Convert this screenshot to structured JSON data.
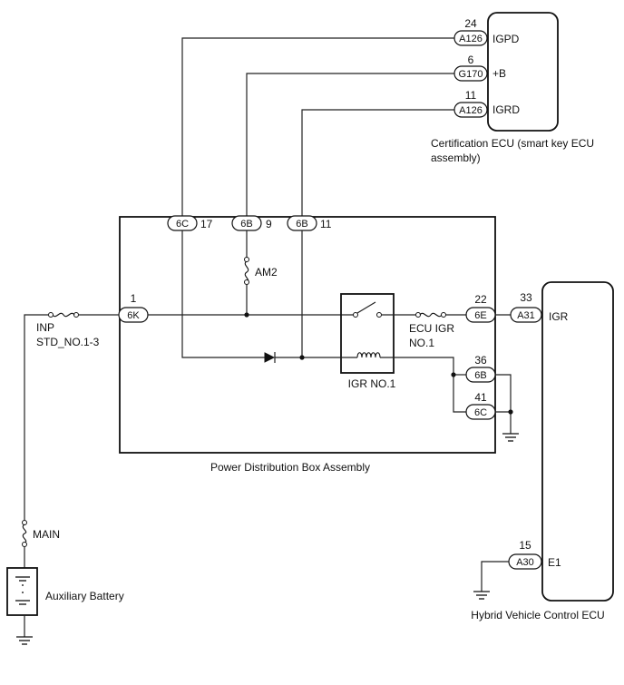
{
  "components": {
    "cert_ecu": {
      "name_line1": "Certification ECU (smart key ECU",
      "name_line2": "assembly)",
      "pins": [
        {
          "pin": "24",
          "connector": "A126",
          "signal": "IGPD"
        },
        {
          "pin": "6",
          "connector": "G170",
          "signal": "+B"
        },
        {
          "pin": "11",
          "connector": "A126",
          "signal": "IGRD"
        }
      ]
    },
    "pdb": {
      "name": "Power Distribution Box Assembly",
      "top_pins": [
        {
          "connector": "6C",
          "pin": "17"
        },
        {
          "connector": "6B",
          "pin": "9"
        },
        {
          "connector": "6B",
          "pin": "11"
        }
      ],
      "left_pin": {
        "connector": "6K",
        "pin": "1"
      },
      "right_pins": [
        {
          "connector": "6E",
          "pin": "22"
        },
        {
          "connector": "6B",
          "pin": "36"
        },
        {
          "connector": "6C",
          "pin": "41"
        }
      ],
      "fuse_am2": "AM2",
      "fuse_ecu_igr_line1": "ECU IGR",
      "fuse_ecu_igr_line2": "NO.1",
      "relay": "IGR NO.1"
    },
    "hv_ecu": {
      "name": "Hybrid Vehicle Control ECU",
      "pins": [
        {
          "pin": "33",
          "connector": "A31",
          "signal": "IGR"
        },
        {
          "pin": "15",
          "connector": "A30",
          "signal": "E1"
        }
      ]
    },
    "inp_fuse": {
      "line1": "INP",
      "line2": "STD_NO.1-3"
    },
    "main_fuse": "MAIN",
    "battery": "Auxiliary Battery"
  }
}
